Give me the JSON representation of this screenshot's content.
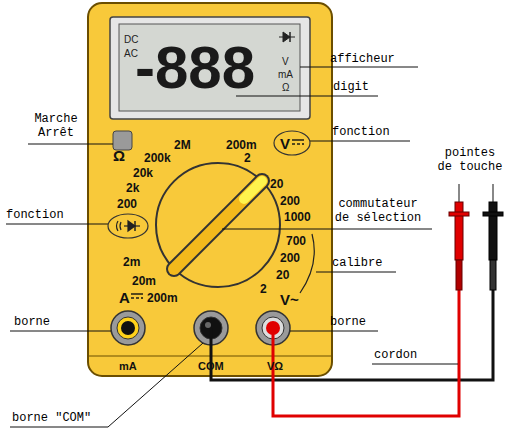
{
  "diagram": {
    "nodes": [
      {
        "text": [
          "DC",
          "AC",
          "-888",
          "V",
          "mA",
          "Ω"
        ]
      }
    ],
    "labels": [
      "afficheur",
      "digit",
      "Marche Arrêt",
      "fonction",
      "fonction",
      "commutateur de sélection",
      "calibre",
      "borne",
      "borne",
      "borne \"COM\"",
      "cordon",
      "pointes de touche",
      "2M",
      "200k",
      "20k",
      "2k",
      "200",
      "Ω",
      "200m",
      "2",
      "20",
      "200",
      "1000",
      "V",
      "700",
      "200",
      "20",
      "2",
      "V~",
      "2m",
      "20m",
      "200m",
      "A",
      "mA",
      "COM",
      "VΩ"
    ]
  }
}
